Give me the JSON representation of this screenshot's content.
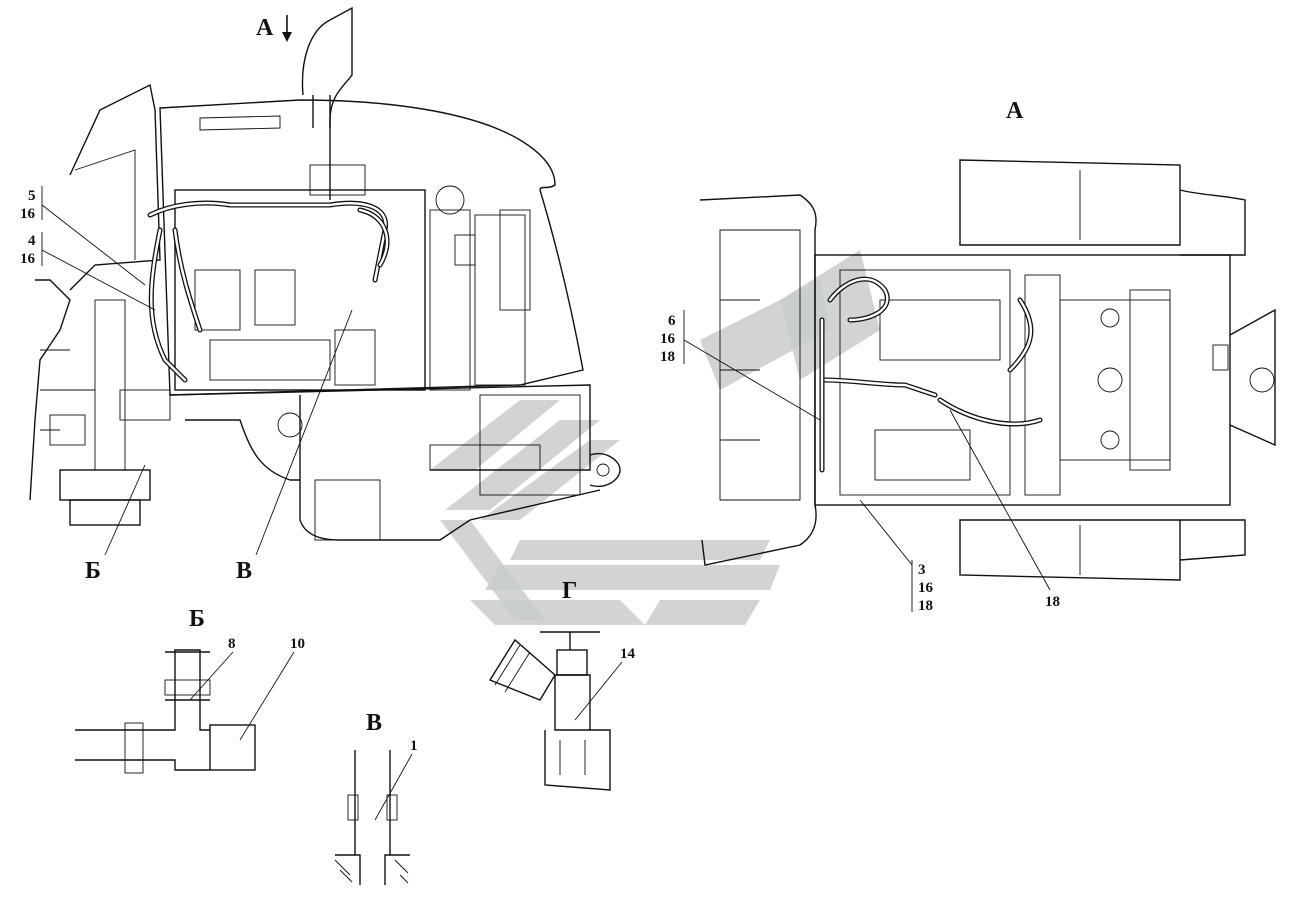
{
  "views": {
    "main_arrow_label": "А",
    "top_view_title": "А",
    "detail_b_title": "Б",
    "detail_v_title": "В",
    "detail_g_title": "Г",
    "marker_b": "Б",
    "marker_v": "В"
  },
  "callouts_left": {
    "c1_top": "5",
    "c1_bottom": "16",
    "c2_top": "4",
    "c2_bottom": "16"
  },
  "callouts_right": {
    "group_a": [
      "6",
      "16",
      "18"
    ],
    "group_b": [
      "3",
      "16",
      "18"
    ],
    "single": "18"
  },
  "detail_numbers": {
    "b_part_1": "8",
    "b_part_2": "10",
    "v_part": "1",
    "g_part": "14"
  },
  "icons": {
    "watermark": "company-logo-icon",
    "view_arrow": "arrow-down-icon"
  },
  "colors": {
    "line": "#111111",
    "watermark": "#c9cccb",
    "background": "#ffffff"
  }
}
